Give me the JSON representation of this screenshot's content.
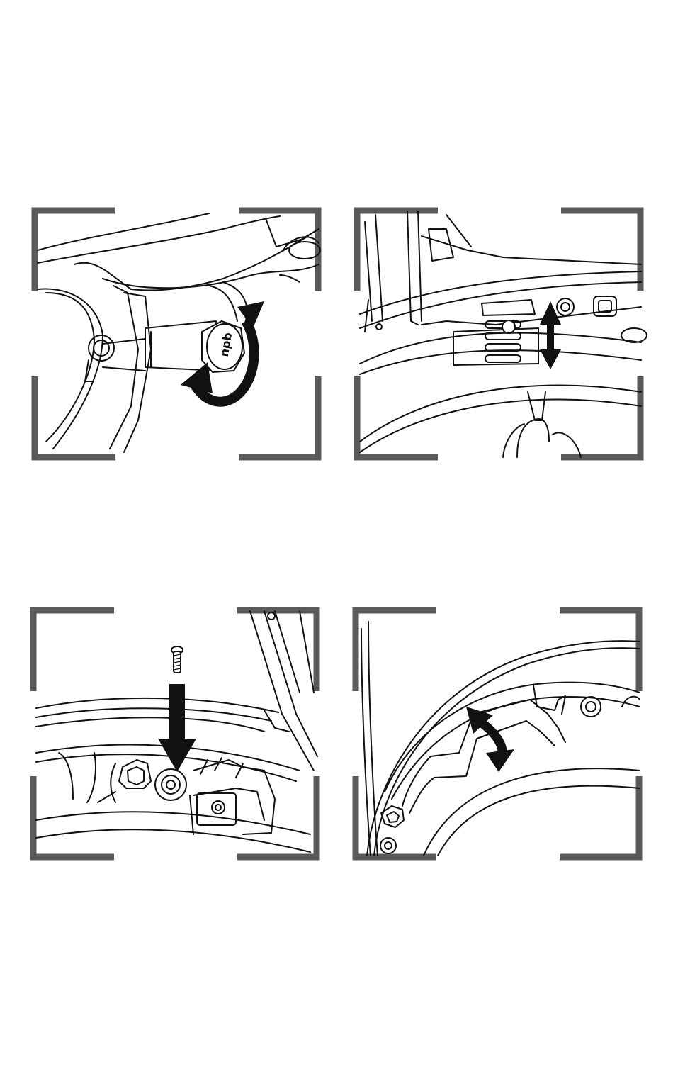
{
  "frame_color": "#5a5a5a",
  "ink_color": "#111111",
  "panels": [
    {
      "id": "step-1",
      "arrow": "rotate-clockwise",
      "icons": [
        "adjustment-knob-icon"
      ],
      "knob_label": "npb"
    },
    {
      "id": "step-2",
      "arrow": "double-vertical",
      "icons": [
        "slider-clip-icon"
      ]
    },
    {
      "id": "step-3",
      "arrow": "down",
      "icons": [
        "screw-icon"
      ]
    },
    {
      "id": "step-4",
      "arrow": "curved-double",
      "icons": [
        "pad-mount-icon"
      ]
    }
  ]
}
